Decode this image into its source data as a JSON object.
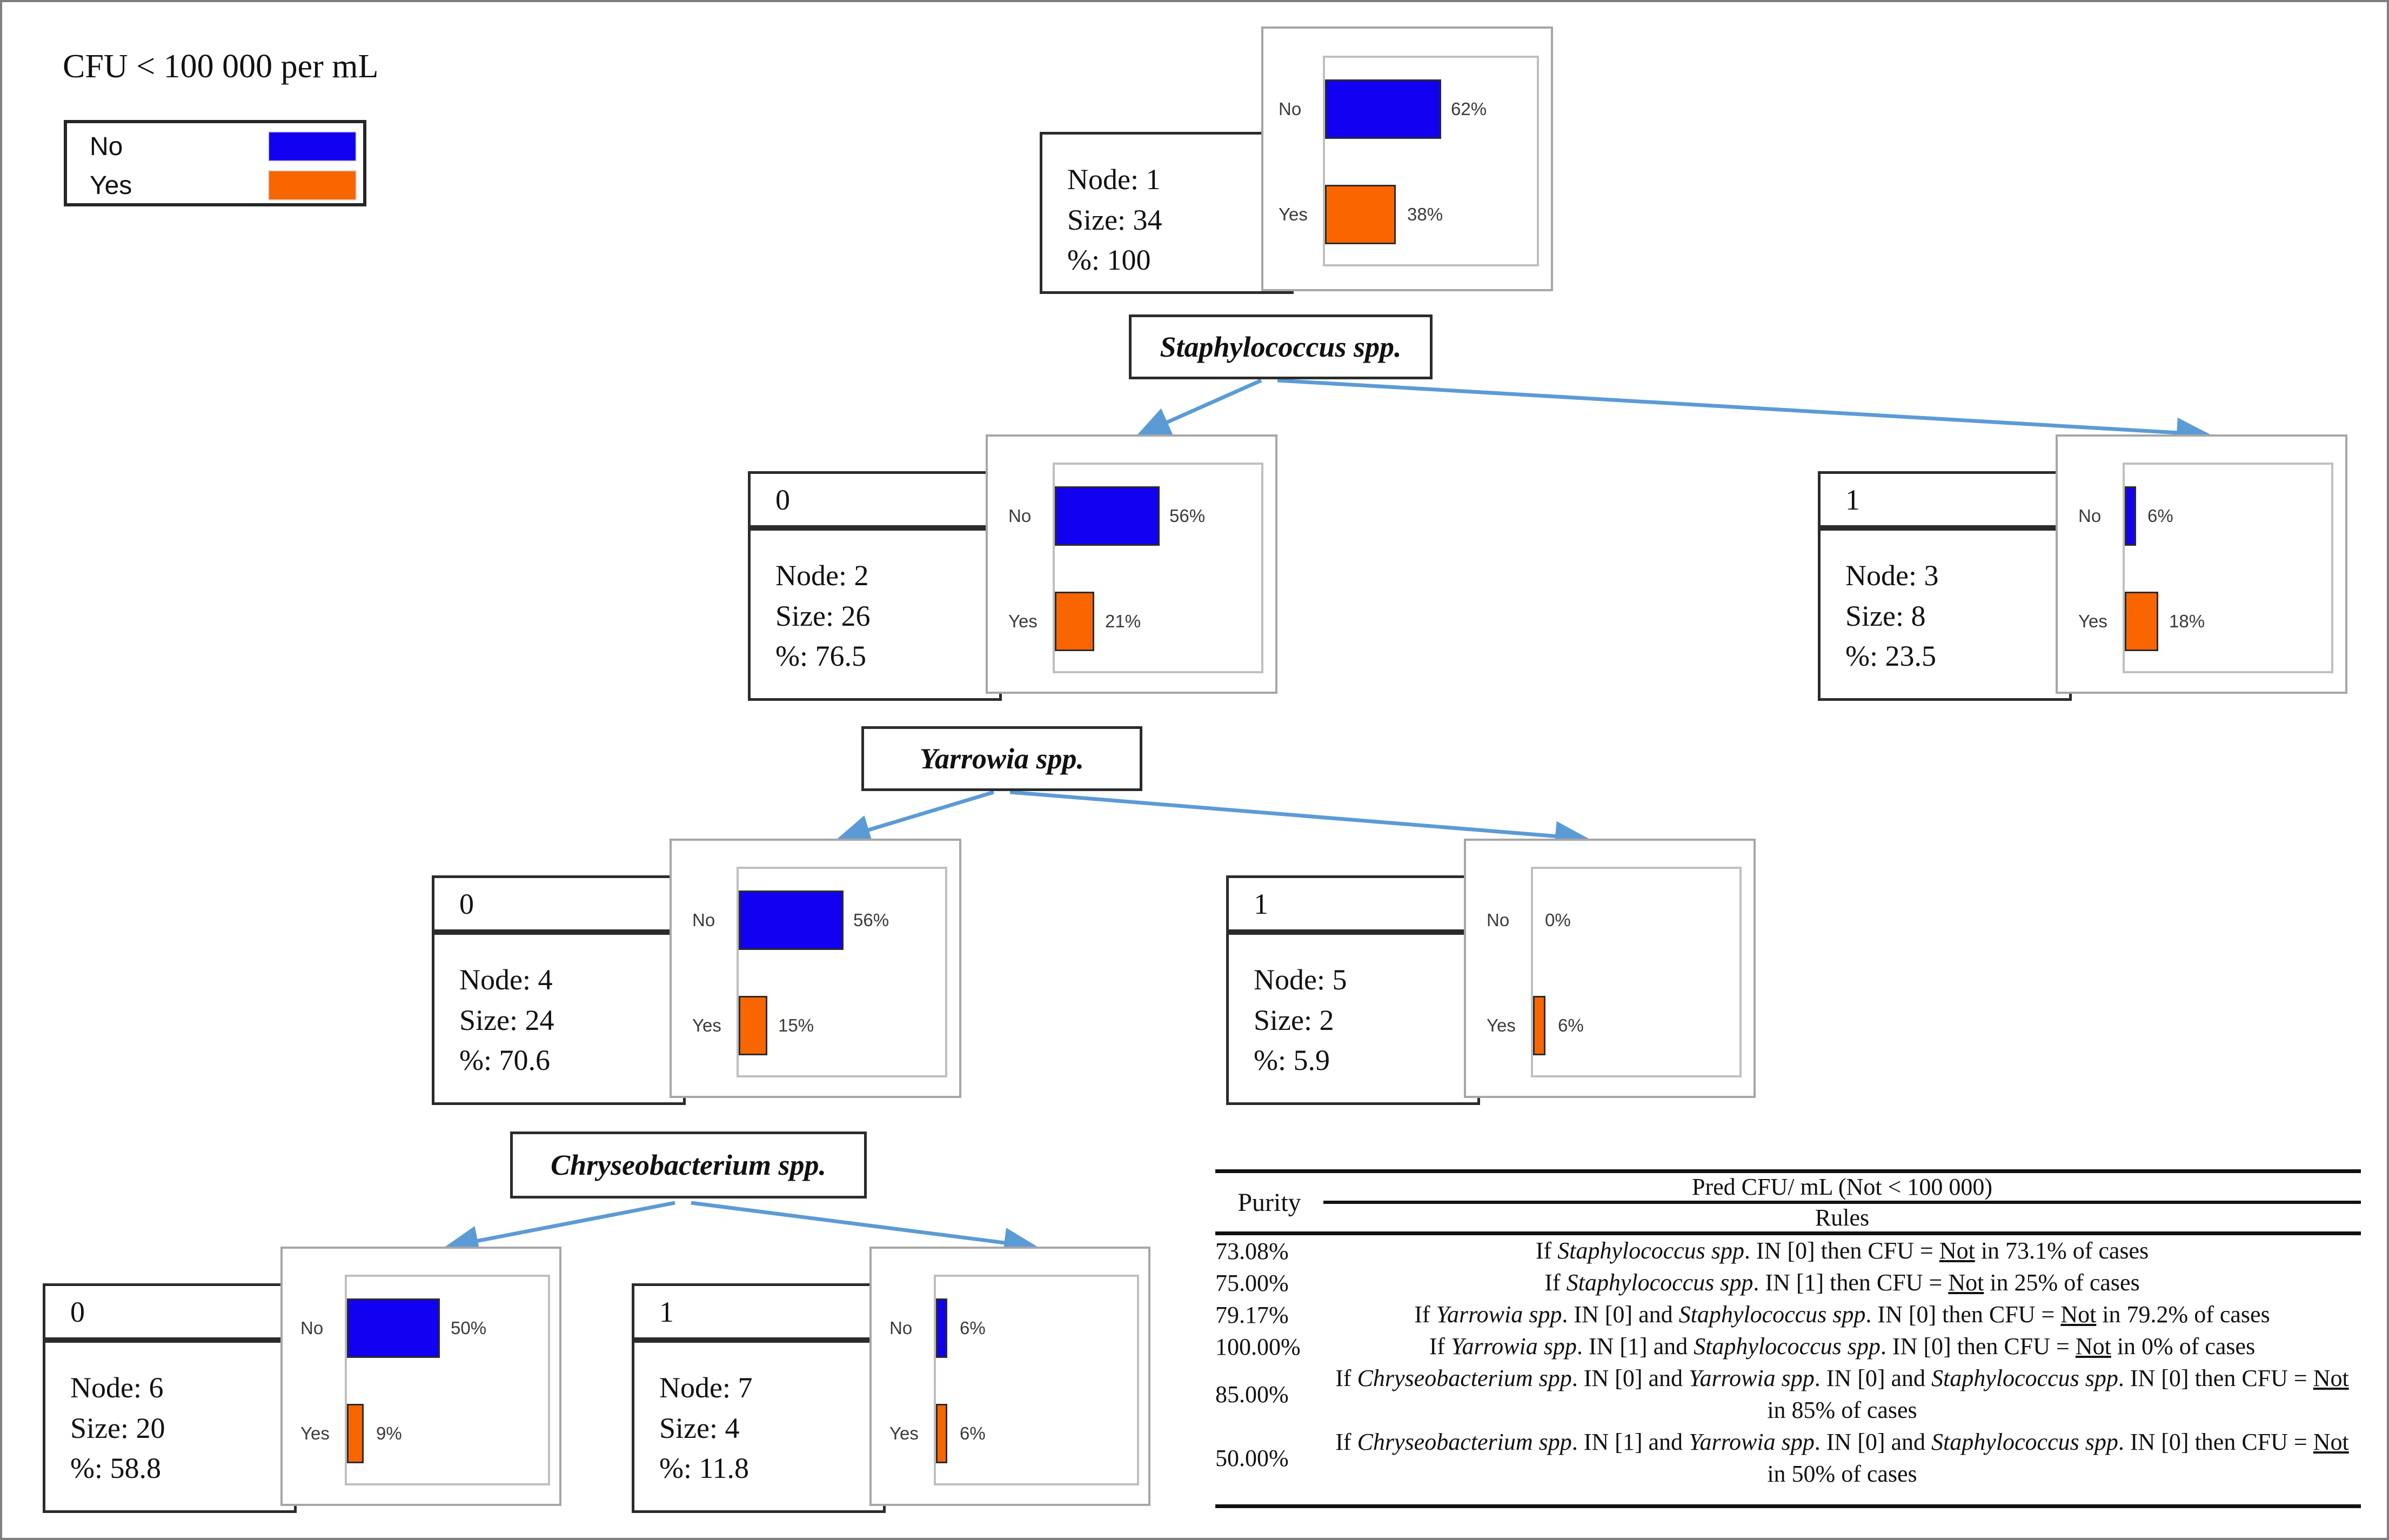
{
  "legend": {
    "title": "CFU < 100 000 per mL",
    "items": [
      {
        "label": "No",
        "color": "#1200f0"
      },
      {
        "label": "Yes",
        "color": "#f96600"
      }
    ]
  },
  "colors": {
    "no_bar": "#1200f0",
    "yes_bar": "#f96600",
    "connector": "#5b9bd5",
    "panel_border": "#2b2b2b",
    "chart_border": "#a6a6a6"
  },
  "chart_data": {
    "type": "bar",
    "title": "CFU < 100 000 per mL",
    "categories": [
      "No",
      "Yes"
    ],
    "series": [
      {
        "name": "Node: 1",
        "values": [
          62,
          38
        ]
      },
      {
        "name": "Node: 2",
        "values": [
          56,
          21
        ]
      },
      {
        "name": "Node: 3",
        "values": [
          6,
          18
        ]
      },
      {
        "name": "Node: 4",
        "values": [
          56,
          15
        ]
      },
      {
        "name": "Node: 5",
        "values": [
          0,
          6
        ]
      },
      {
        "name": "Node: 6",
        "values": [
          50,
          9
        ]
      },
      {
        "name": "Node: 7",
        "values": [
          6,
          6
        ]
      }
    ],
    "ylabel": "",
    "xlabel": "",
    "xlim": [
      0,
      70
    ],
    "grid": false,
    "legend_position": "top-left"
  },
  "tree": {
    "nodes": [
      {
        "id": "node1",
        "header": "",
        "lines": [
          "Node: 1",
          "Size: 34",
          "%: 100"
        ],
        "bars": [
          {
            "cat": "No",
            "pct_label": "62%",
            "pct": 62,
            "color": "#1200f0"
          },
          {
            "cat": "Yes",
            "pct_label": "38%",
            "pct": 38,
            "color": "#f96600"
          }
        ]
      },
      {
        "id": "node2",
        "header": "0",
        "lines": [
          "Node: 2",
          "Size: 26",
          "%: 76.5"
        ],
        "bars": [
          {
            "cat": "No",
            "pct_label": "56%",
            "pct": 56,
            "color": "#1200f0"
          },
          {
            "cat": "Yes",
            "pct_label": "21%",
            "pct": 21,
            "color": "#f96600"
          }
        ]
      },
      {
        "id": "node3",
        "header": "1",
        "lines": [
          "Node: 3",
          "Size: 8",
          "%: 23.5"
        ],
        "bars": [
          {
            "cat": "No",
            "pct_label": "6%",
            "pct": 6,
            "color": "#1200f0"
          },
          {
            "cat": "Yes",
            "pct_label": "18%",
            "pct": 18,
            "color": "#f96600"
          }
        ]
      },
      {
        "id": "node4",
        "header": "0",
        "lines": [
          "Node: 4",
          "Size: 24",
          "%: 70.6"
        ],
        "bars": [
          {
            "cat": "No",
            "pct_label": "56%",
            "pct": 56,
            "color": "#1200f0"
          },
          {
            "cat": "Yes",
            "pct_label": "15%",
            "pct": 15,
            "color": "#f96600"
          }
        ]
      },
      {
        "id": "node5",
        "header": "1",
        "lines": [
          "Node: 5",
          "Size: 2",
          "%: 5.9"
        ],
        "bars": [
          {
            "cat": "No",
            "pct_label": "0%",
            "pct": 0,
            "color": "#1200f0"
          },
          {
            "cat": "Yes",
            "pct_label": "6%",
            "pct": 6,
            "color": "#f96600"
          }
        ]
      },
      {
        "id": "node6",
        "header": "0",
        "lines": [
          "Node: 6",
          "Size: 20",
          "%: 58.8"
        ],
        "bars": [
          {
            "cat": "No",
            "pct_label": "50%",
            "pct": 50,
            "color": "#1200f0"
          },
          {
            "cat": "Yes",
            "pct_label": "9%",
            "pct": 9,
            "color": "#f96600"
          }
        ]
      },
      {
        "id": "node7",
        "header": "1",
        "lines": [
          "Node: 7",
          "Size: 4",
          "%: 11.8"
        ],
        "bars": [
          {
            "cat": "No",
            "pct_label": "6%",
            "pct": 6,
            "color": "#1200f0"
          },
          {
            "cat": "Yes",
            "pct_label": "6%",
            "pct": 6,
            "color": "#f96600"
          }
        ]
      }
    ],
    "splits": [
      {
        "id": "split1",
        "label": "Staphylococcus spp."
      },
      {
        "id": "split2",
        "label": "Yarrowia spp."
      },
      {
        "id": "split3",
        "label": "Chryseobacterium spp."
      }
    ]
  },
  "rules_table": {
    "header": {
      "purity": "Purity",
      "pred": "Pred CFU/ mL (Not < 100 000)",
      "rules": "Rules"
    },
    "rows": [
      {
        "purity": "73.08%",
        "rule_html": "If <i>Staphylococcus spp</i>. IN [0] then CFU = <u>Not</u> in 73.1% of cases"
      },
      {
        "purity": "75.00%",
        "rule_html": "If <i>Staphylococcus spp</i>. IN [1] then CFU = <u>Not</u> in 25% of cases"
      },
      {
        "purity": "79.17%",
        "rule_html": "If <i>Yarrowia spp</i>. IN [0] and <i>Staphylococcus spp</i>. IN [0] then CFU = <u>Not</u> in 79.2% of cases"
      },
      {
        "purity": "100.00%",
        "rule_html": "If <i>Yarrowia spp</i>. IN [1] and <i>Staphylococcus spp</i>. IN [0] then CFU = <u>Not</u> in 0% of cases"
      },
      {
        "purity": "85.00%",
        "rule_html": "If <i>Chryseobacterium spp</i>. IN [0] and <i>Yarrowia spp</i>. IN [0] and <i>Staphylococcus spp</i>. IN [0] then CFU = <u>Not</u> in 85% of cases"
      },
      {
        "purity": "50.00%",
        "rule_html": "If <i>Chryseobacterium spp</i>. IN [1] and <i>Yarrowia spp</i>. IN [0] and <i>Staphylococcus spp</i>. IN [0] then CFU = <u>Not</u> in 50% of cases"
      }
    ]
  }
}
